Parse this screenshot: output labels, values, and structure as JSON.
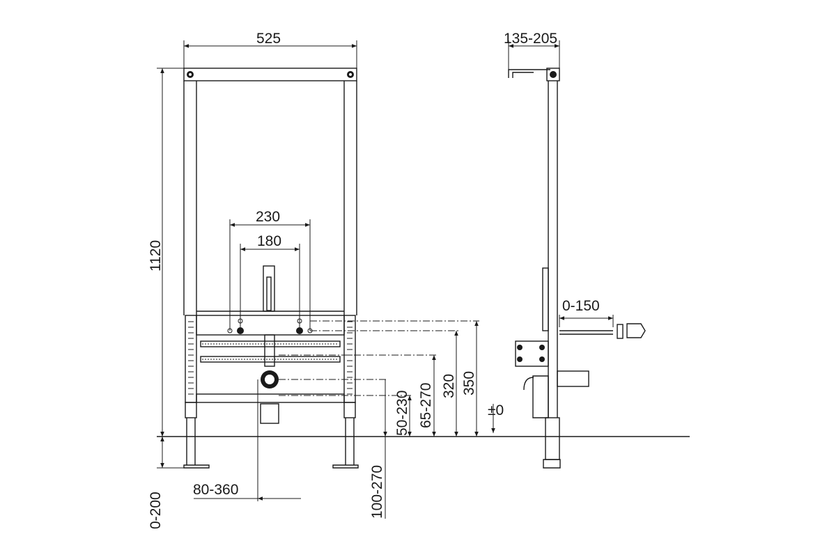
{
  "dimensions": {
    "width_frame": "525",
    "height_frame": "1120",
    "depth_range": "135-205",
    "spacing_outer": "230",
    "spacing_inner": "180",
    "leg_extension": "0-200",
    "drain_offset": "80-360",
    "drain_height": "100-270",
    "level_a": "50-230",
    "level_b": "65-270",
    "level_c": "320",
    "level_d": "350",
    "floor_zero": "±0",
    "connector_range": "0-150"
  },
  "colors": {
    "line": "#1a1a1a",
    "background": "#ffffff"
  }
}
